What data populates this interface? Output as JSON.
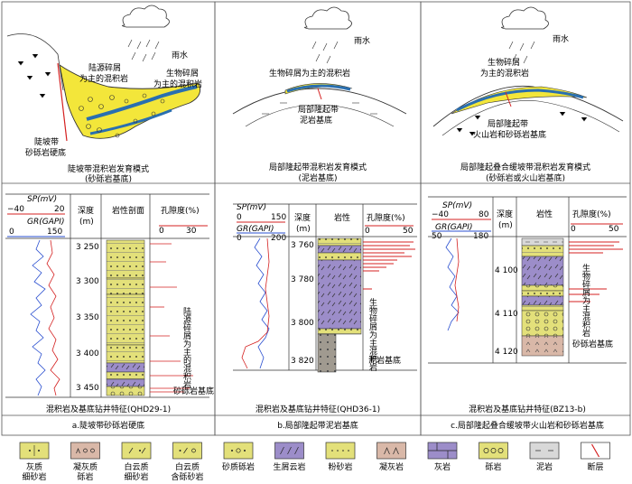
{
  "panels": [
    {
      "id": "a",
      "rain": "雨水",
      "annotations": [
        "陆源碎屑",
        "为主的混积岩",
        "生物碎屑",
        "为主的混积岩",
        "陡坡带",
        "砂砾岩硬底"
      ],
      "model_caption": [
        "陡坡带混积岩发育模式",
        "(砂砾岩基底)"
      ],
      "log_header": {
        "sp": "SP(mV)",
        "sp_min": "−40",
        "sp_max": "20",
        "gr": "GR(GAPI)",
        "gr_min": "0",
        "gr_max": "150",
        "depth": "深度",
        "depth_unit": "(m)",
        "lith": "岩性剖面",
        "por": "孔隙度(%)",
        "por_min": "0",
        "por_max": "30"
      },
      "depths": [
        "3 250",
        "3 300",
        "3 350",
        "3 400",
        "3 450"
      ],
      "interpretation": [
        "陆源碎屑为主的混积岩",
        "砂砾岩基底"
      ],
      "log_caption": "混积岩及基底钻井特征(QHD29-1)",
      "panel_caption": "a.陡坡带砂砾岩硬底"
    },
    {
      "id": "b",
      "rain": "雨水",
      "annotations": [
        "生物碎屑为主的混积岩",
        "局部隆起带",
        "泥岩基底"
      ],
      "model_caption": [
        "局部隆起带混积岩发育模式",
        "(泥岩基底)"
      ],
      "log_header": {
        "sp": "SP(mV)",
        "sp_min": "0",
        "sp_max": "150",
        "gr": "GR(GAPI)",
        "gr_min": "0",
        "gr_max": "200",
        "depth": "深度",
        "depth_unit": "(m)",
        "lith": "岩性",
        "por": "孔隙度(%)",
        "por_min": "0",
        "por_max": "50"
      },
      "depths": [
        "3 760",
        "3 780",
        "3 800",
        "3 820"
      ],
      "interpretation": [
        "生物碎屑为主混积岩",
        "泥岩基底"
      ],
      "log_caption": "混积岩及基底钻井特征(QHD36-1)",
      "panel_caption": "b.局部隆起带泥岩基底"
    },
    {
      "id": "c",
      "rain": "雨水",
      "annotations": [
        "生物碎屑",
        "为主的混积岩",
        "局部隆起带",
        "火山岩和砂砾岩基底"
      ],
      "model_caption": [
        "局部隆起叠合缓坡带混积岩发育模式",
        "(砂砾岩或火山岩基底)"
      ],
      "log_header": {
        "sp": "SP(mV)",
        "sp_min": "−40",
        "sp_max": "80",
        "gr": "GR(GAPI)",
        "gr_min": "50",
        "gr_max": "180",
        "depth": "深度",
        "depth_unit": "(m)",
        "lith": "岩性",
        "por": "孔隙度(%)",
        "por_min": "0",
        "por_max": "50"
      },
      "depths": [
        "4 100",
        "4 110",
        "4 120"
      ],
      "interpretation": [
        "生物碎屑为主混积岩",
        "砂砾岩基底"
      ],
      "log_caption": "混积岩及基底钻井特征(BZ13-b)",
      "panel_caption": "c.局部隆起叠合缓坡带火山岩和砂砾岩基底"
    }
  ],
  "legend": [
    {
      "label": [
        "灰质",
        "细砂岩"
      ],
      "fill": "#e3e07a",
      "pattern": "dots"
    },
    {
      "label": [
        "凝灰质",
        "砾岩"
      ],
      "fill": "#d9b8a8",
      "pattern": "tuffgravel"
    },
    {
      "label": [
        "白云质",
        "细砂岩"
      ],
      "fill": "#e3e07a",
      "pattern": "dolosand"
    },
    {
      "label": [
        "白云质",
        "含砾砂岩"
      ],
      "fill": "#e3e07a",
      "pattern": "dolograv"
    },
    {
      "label": [
        "砂质砾岩"
      ],
      "fill": "#e3e07a",
      "pattern": "circles"
    },
    {
      "label": [
        "生屑云岩"
      ],
      "fill": "#9c8dc9",
      "pattern": "slashes"
    },
    {
      "label": [
        "粉砂岩"
      ],
      "fill": "#e3e07a",
      "pattern": "finedots"
    },
    {
      "label": [
        "凝灰岩"
      ],
      "fill": "#d9b8a8",
      "pattern": "tuff"
    },
    {
      "label": [
        "灰岩"
      ],
      "fill": "#9c8dc9",
      "pattern": "brick"
    },
    {
      "label": [
        "砾岩"
      ],
      "fill": "#e3e07a",
      "pattern": "bigcircles"
    },
    {
      "label": [
        "泥岩"
      ],
      "fill": "#d8d8d8",
      "pattern": "dashes"
    },
    {
      "label": [
        "断层"
      ],
      "fill": "#ffffff",
      "pattern": "fault"
    }
  ]
}
